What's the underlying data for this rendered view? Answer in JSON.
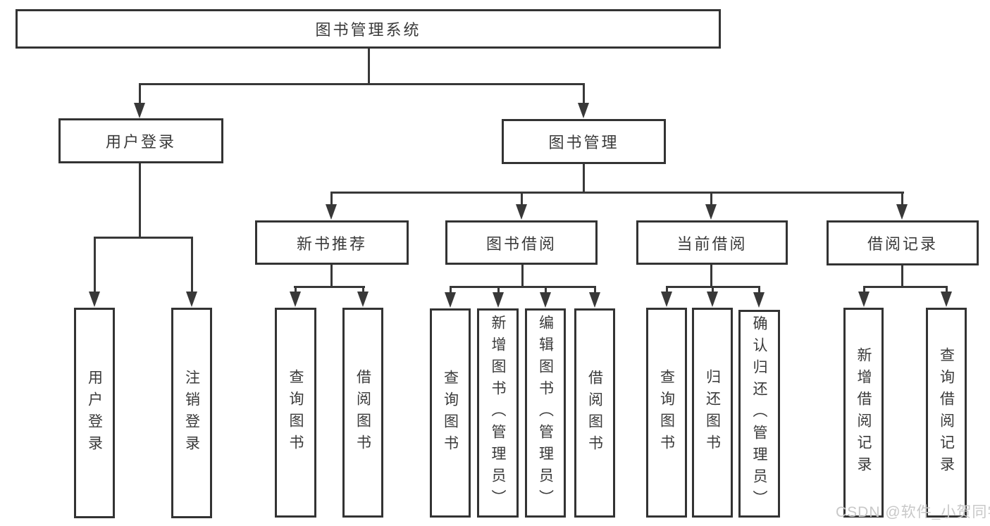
{
  "tree": {
    "root": {
      "label": "图书管理系统"
    },
    "branches": [
      {
        "label": "用户登录",
        "children": [
          {
            "label": "用户登录"
          },
          {
            "label": "注销登录"
          }
        ]
      },
      {
        "label": "图书管理",
        "children": [
          {
            "label": "新书推荐",
            "children": [
              {
                "label": "查询图书"
              },
              {
                "label": "借阅图书"
              }
            ]
          },
          {
            "label": "图书借阅",
            "children": [
              {
                "label": "查询图书"
              },
              {
                "label": "新增图书（管理员）"
              },
              {
                "label": "编辑图书（管理员）"
              },
              {
                "label": "借阅图书"
              }
            ]
          },
          {
            "label": "当前借阅",
            "children": [
              {
                "label": "查询图书"
              },
              {
                "label": "归还图书"
              },
              {
                "label": "确认归还（管理员）"
              }
            ]
          },
          {
            "label": "借阅记录",
            "children": [
              {
                "label": "新增借阅记录"
              },
              {
                "label": "查询借阅记录"
              }
            ]
          }
        ]
      }
    ]
  },
  "watermark": {
    "text": "CSDN @软件_小贺同学"
  },
  "colors": {
    "line": "#383838",
    "border": "#333333",
    "text": "#3a3a3a",
    "watermark_text": "#c8c8c8",
    "background": "#ffffff"
  }
}
